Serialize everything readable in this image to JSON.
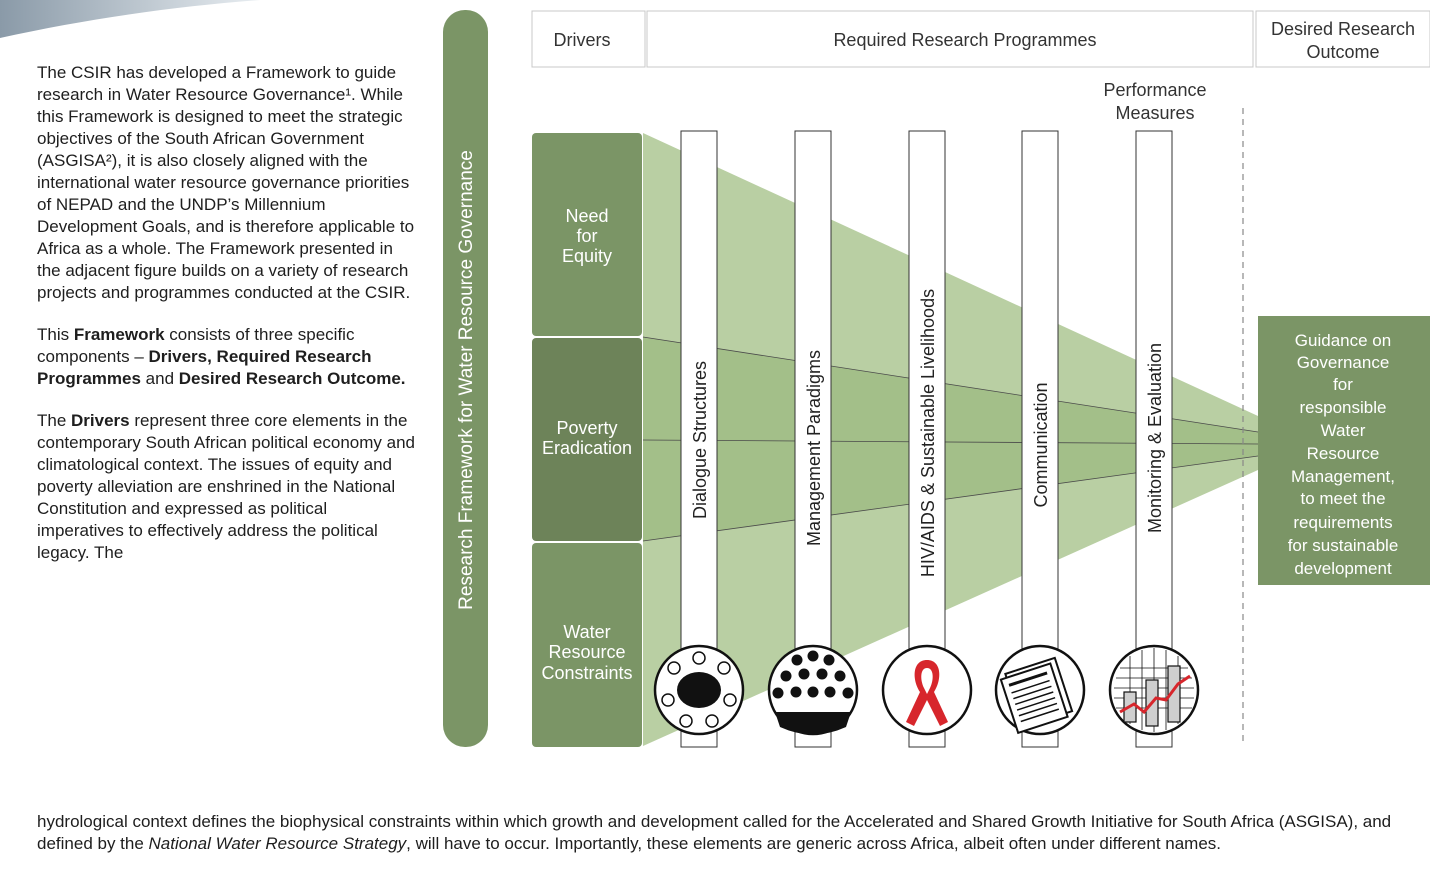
{
  "left_text": {
    "p1": "The CSIR has developed a Framework to guide research in Water Resource Governance¹. While this Framework is designed to meet the strategic objectives of the South African Government (ASGISA²), it is also closely aligned with the international water resource governance priorities of NEPAD and the UNDP’s Millennium Development Goals, and is therefore applicable to Africa as a whole. The Framework presented in the adjacent figure builds on a variety of research projects and programmes conducted at the CSIR.",
    "p2_a": "This ",
    "p2_b": "Framework",
    "p2_c": " consists of three specific components – ",
    "p2_d": "Drivers, Required Research Programmes",
    "p2_e": " and ",
    "p2_f": "Desired Research Outcome.",
    "p3_a": "The ",
    "p3_b": "Drivers",
    "p3_c": " represent three core elements in the contemporary South African political economy and climatological context. The issues of equity and poverty alleviation are enshrined in the National Constitution and expressed as political imperatives to effectively address the political legacy. The"
  },
  "bottom_text": {
    "a": "hydrological context defines the biophysical constraints within which growth and development called for the Accelerated and Shared Growth Initiative for South Africa (ASGISA), and defined by the ",
    "b": "National Water Resource Strategy",
    "c": ", will have to occur.  Importantly, these elements are generic across Africa, albeit often under different names."
  },
  "diagram": {
    "vertical_title": "Research Framework for Water Resource Governance",
    "header_drivers": "Drivers",
    "header_programmes": "Required Research Programmes",
    "header_outcome_line1": "Desired Research",
    "header_outcome_line2": "Outcome",
    "performance_line1": "Performance",
    "performance_line2": "Measures",
    "drivers": [
      {
        "lines": [
          "Need",
          "for",
          "Equity"
        ]
      },
      {
        "lines": [
          "Poverty",
          "Eradication"
        ]
      },
      {
        "lines": [
          "Water",
          "Resource",
          "Constraints"
        ]
      }
    ],
    "programmes": [
      {
        "label": "Dialogue Structures",
        "icon": "people-meeting-icon"
      },
      {
        "label": "Management Paradigms",
        "icon": "dots-crowd-icon"
      },
      {
        "label": "HIV/AIDS & Sustainable Livelihoods",
        "icon": "red-ribbon-icon"
      },
      {
        "label": "Communication",
        "icon": "newspaper-icon"
      },
      {
        "label": "Monitoring & Evaluation",
        "icon": "bar-chart-icon"
      }
    ],
    "outcome_lines": [
      "Guidance on",
      "Governance",
      "for",
      "responsible",
      "Water",
      "Resource",
      "Management,",
      "to meet the",
      "requirements",
      "for sustainable",
      "development"
    ],
    "colors": {
      "dark_green": "#7b9566",
      "mid_green": "#6e8459",
      "light_funnel": "#b9cfa3",
      "mid_funnel": "#a4c08a",
      "ribbon_red": "#d7262c"
    }
  }
}
